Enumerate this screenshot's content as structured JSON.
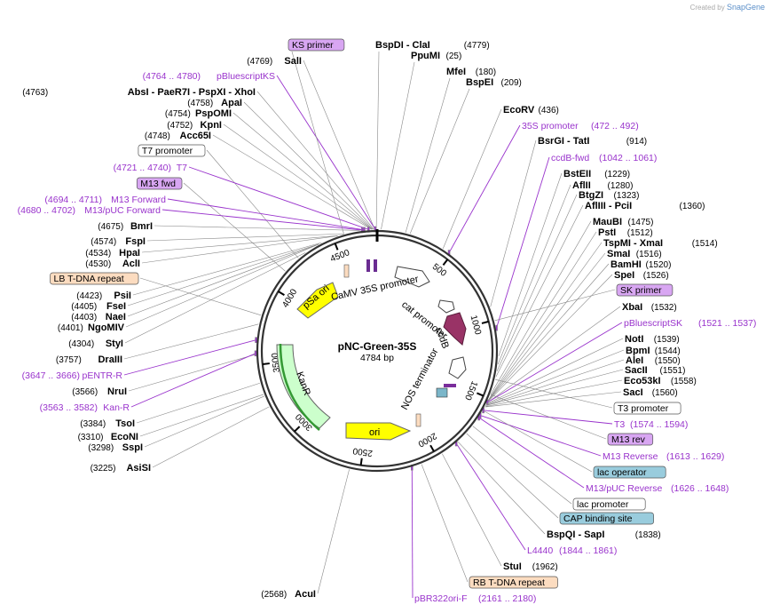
{
  "branding": {
    "created_by": "Created by",
    "app": "SnapGene"
  },
  "plasmid": {
    "name": "pNC-Green-35S",
    "length": "4784 bp"
  },
  "ticks": [
    "500",
    "1000",
    "1500",
    "2000",
    "2500",
    "3000",
    "3500",
    "4000",
    "4500"
  ],
  "features": {
    "camv35s": "CaMV 35S promoter",
    "cat": "cat promoter",
    "ccdb": "ccdB",
    "nos": "NOS terminator",
    "psa": "pSa ori",
    "kanr": "KanR",
    "ori": "ori"
  },
  "left_labels": [
    {
      "pos": "(4769)",
      "name": "SalI"
    },
    {
      "prange": "(4764 .. 4780)",
      "pname": "pBluescriptKS"
    },
    {
      "pos": "(4763)",
      "name": "AbsI   - PaeR7I   - PspXI   - XhoI"
    },
    {
      "pos": "(4758)",
      "name": "ApaI"
    },
    {
      "pos": "(4754)",
      "name": "PspOMI"
    },
    {
      "pos": "(4752)",
      "name": "KpnI"
    },
    {
      "pos": "(4748)",
      "name": "Acc65I"
    },
    {
      "box": "T7 promoter"
    },
    {
      "prange": "(4721 .. 4740)",
      "pname": "T7"
    },
    {
      "box": "M13 fwd"
    },
    {
      "prange": "(4694 .. 4711)",
      "pname": "M13 Forward"
    },
    {
      "prange": "(4680 .. 4702)",
      "pname": "M13/pUC Forward"
    },
    {
      "pos": "(4675)",
      "name": "BmrI"
    },
    {
      "pos": "(4574)",
      "name": "FspI"
    },
    {
      "pos": "(4534)",
      "name": "HpaI"
    },
    {
      "pos": "(4530)",
      "name": "AclI"
    },
    {
      "box": "LB T-DNA repeat"
    },
    {
      "pos": "(4423)",
      "name": "PsiI"
    },
    {
      "pos": "(4405)",
      "name": "FseI"
    },
    {
      "pos": "(4403)",
      "name": "NaeI"
    },
    {
      "pos": "(4401)",
      "name": "NgoMIV"
    },
    {
      "pos": "(4304)",
      "name": "StyI"
    },
    {
      "pos": "(3757)",
      "name": "DraIII"
    },
    {
      "prange": "(3647 .. 3666)",
      "pname": "pENTR-R"
    },
    {
      "pos": "(3566)",
      "name": "NruI"
    },
    {
      "prange": "(3563 .. 3582)",
      "pname": "Kan-R"
    },
    {
      "pos": "(3384)",
      "name": "TsoI"
    },
    {
      "pos": "(3310)",
      "name": "EcoNI"
    },
    {
      "pos": "(3298)",
      "name": "SspI"
    },
    {
      "pos": "(3225)",
      "name": "AsiSI"
    },
    {
      "pos": "(2568)",
      "name": "AcuI"
    }
  ],
  "top_labels": [
    {
      "name": "KS primer",
      "box": true
    },
    {
      "name": "BspDI   - ClaI",
      "pos": "(4779)"
    },
    {
      "name": "PpuMI",
      "pos": "(25)"
    },
    {
      "name": "MfeI",
      "pos": "(180)"
    },
    {
      "name": "BspEI",
      "pos": "(209)"
    }
  ],
  "right_labels": [
    {
      "name": "EcoRV",
      "pos": "(436)"
    },
    {
      "pname": "35S promoter",
      "prange": "(472 .. 492)"
    },
    {
      "name": "BsrGI   - TatI",
      "pos": "(914)"
    },
    {
      "pname": "ccdB-fwd",
      "prange": "(1042 .. 1061)"
    },
    {
      "name": "BstEII",
      "pos": "(1229)"
    },
    {
      "name": "AflII",
      "pos": "(1280)"
    },
    {
      "name": "BtgZI",
      "pos": "(1323)"
    },
    {
      "name": "AflIII   - PciI",
      "pos": "(1360)"
    },
    {
      "name": "MauBI",
      "pos": "(1475)"
    },
    {
      "name": "PstI",
      "pos": "(1512)"
    },
    {
      "name": "TspMI   - XmaI",
      "pos": "(1514)"
    },
    {
      "name": "SmaI",
      "pos": "(1516)"
    },
    {
      "name": "BamHI",
      "pos": "(1520)"
    },
    {
      "name": "SpeI",
      "pos": "(1526)"
    },
    {
      "box": "SK primer"
    },
    {
      "name": "XbaI",
      "pos": "(1532)"
    },
    {
      "pname": "pBluescriptSK",
      "prange": "(1521 .. 1537)"
    },
    {
      "name": "NotI",
      "pos": "(1539)"
    },
    {
      "name": "BpmI",
      "pos": "(1544)"
    },
    {
      "name": "AleI",
      "pos": "(1550)"
    },
    {
      "name": "SacII",
      "pos": "(1551)"
    },
    {
      "name": "Eco53kI",
      "pos": "(1558)"
    },
    {
      "name": "SacI",
      "pos": "(1560)"
    },
    {
      "box": "T3 promoter"
    },
    {
      "pname": "T3",
      "prange": "(1574 .. 1594)"
    },
    {
      "box": "M13 rev"
    },
    {
      "pname": "M13 Reverse",
      "prange": "(1613 .. 1629)"
    },
    {
      "box": "lac operator"
    },
    {
      "pname": "M13/pUC Reverse",
      "prange": "(1626 .. 1648)"
    },
    {
      "box": "lac promoter"
    },
    {
      "box": "CAP binding site"
    },
    {
      "name": "BspQI   - SapI",
      "pos": "(1838)"
    },
    {
      "pname": "L4440",
      "prange": "(1844 .. 1861)"
    },
    {
      "name": "StuI",
      "pos": "(1962)"
    },
    {
      "box": "RB T-DNA repeat"
    },
    {
      "pname": "pBR322ori-F",
      "prange": "(2161 .. 2180)"
    }
  ],
  "colors": {
    "primer": "#9933cc",
    "primer_box": "#d8a6f2",
    "lac_box": "#99ccdd",
    "tdna_box": "#fcdcc0",
    "promoter_box": "#ffffff",
    "yellow": "#ffff00",
    "green": "#ccffcc",
    "ccdb": "#993366"
  }
}
